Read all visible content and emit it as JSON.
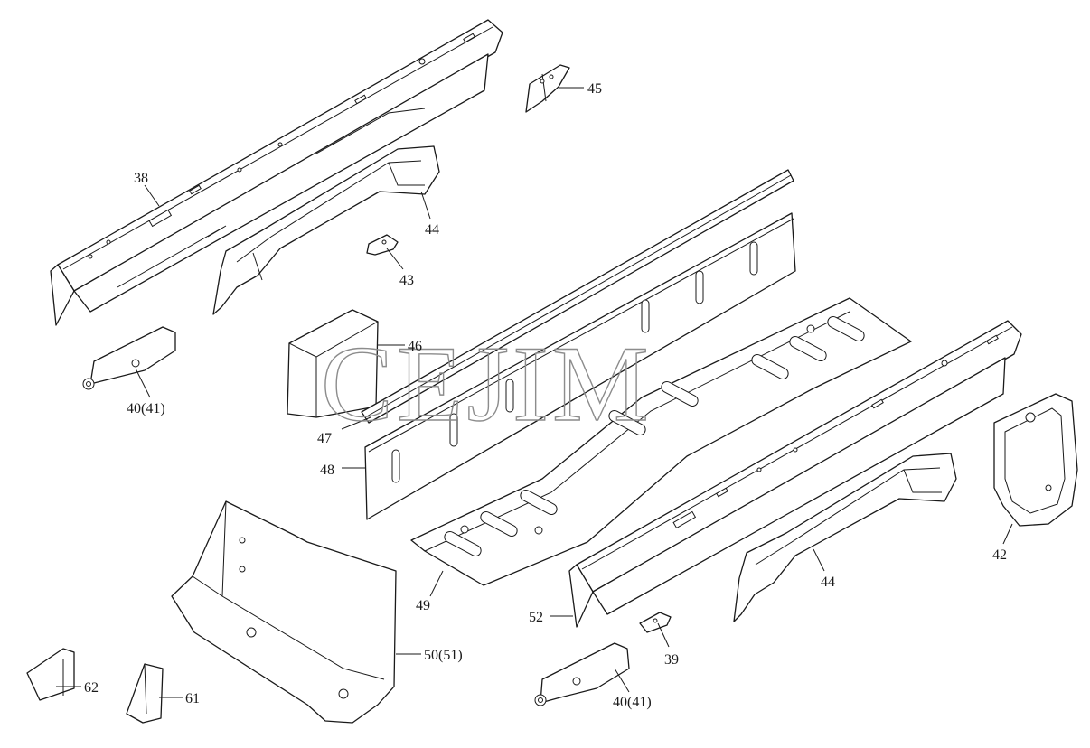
{
  "diagram": {
    "watermark": "CEJIM",
    "callouts": [
      {
        "id": "c38",
        "text": "38"
      },
      {
        "id": "c45",
        "text": "45"
      },
      {
        "id": "c44a",
        "text": "44"
      },
      {
        "id": "c43",
        "text": "43"
      },
      {
        "id": "c46",
        "text": "46"
      },
      {
        "id": "c40a",
        "text": "40(41)"
      },
      {
        "id": "c47",
        "text": "47"
      },
      {
        "id": "c48",
        "text": "48"
      },
      {
        "id": "c42",
        "text": "42"
      },
      {
        "id": "c44b",
        "text": "44"
      },
      {
        "id": "c49",
        "text": "49"
      },
      {
        "id": "c52",
        "text": "52"
      },
      {
        "id": "c39",
        "text": "39"
      },
      {
        "id": "c50",
        "text": "50(51)"
      },
      {
        "id": "c62",
        "text": "62"
      },
      {
        "id": "c61",
        "text": "61"
      },
      {
        "id": "c40b",
        "text": "40(41)"
      }
    ]
  }
}
